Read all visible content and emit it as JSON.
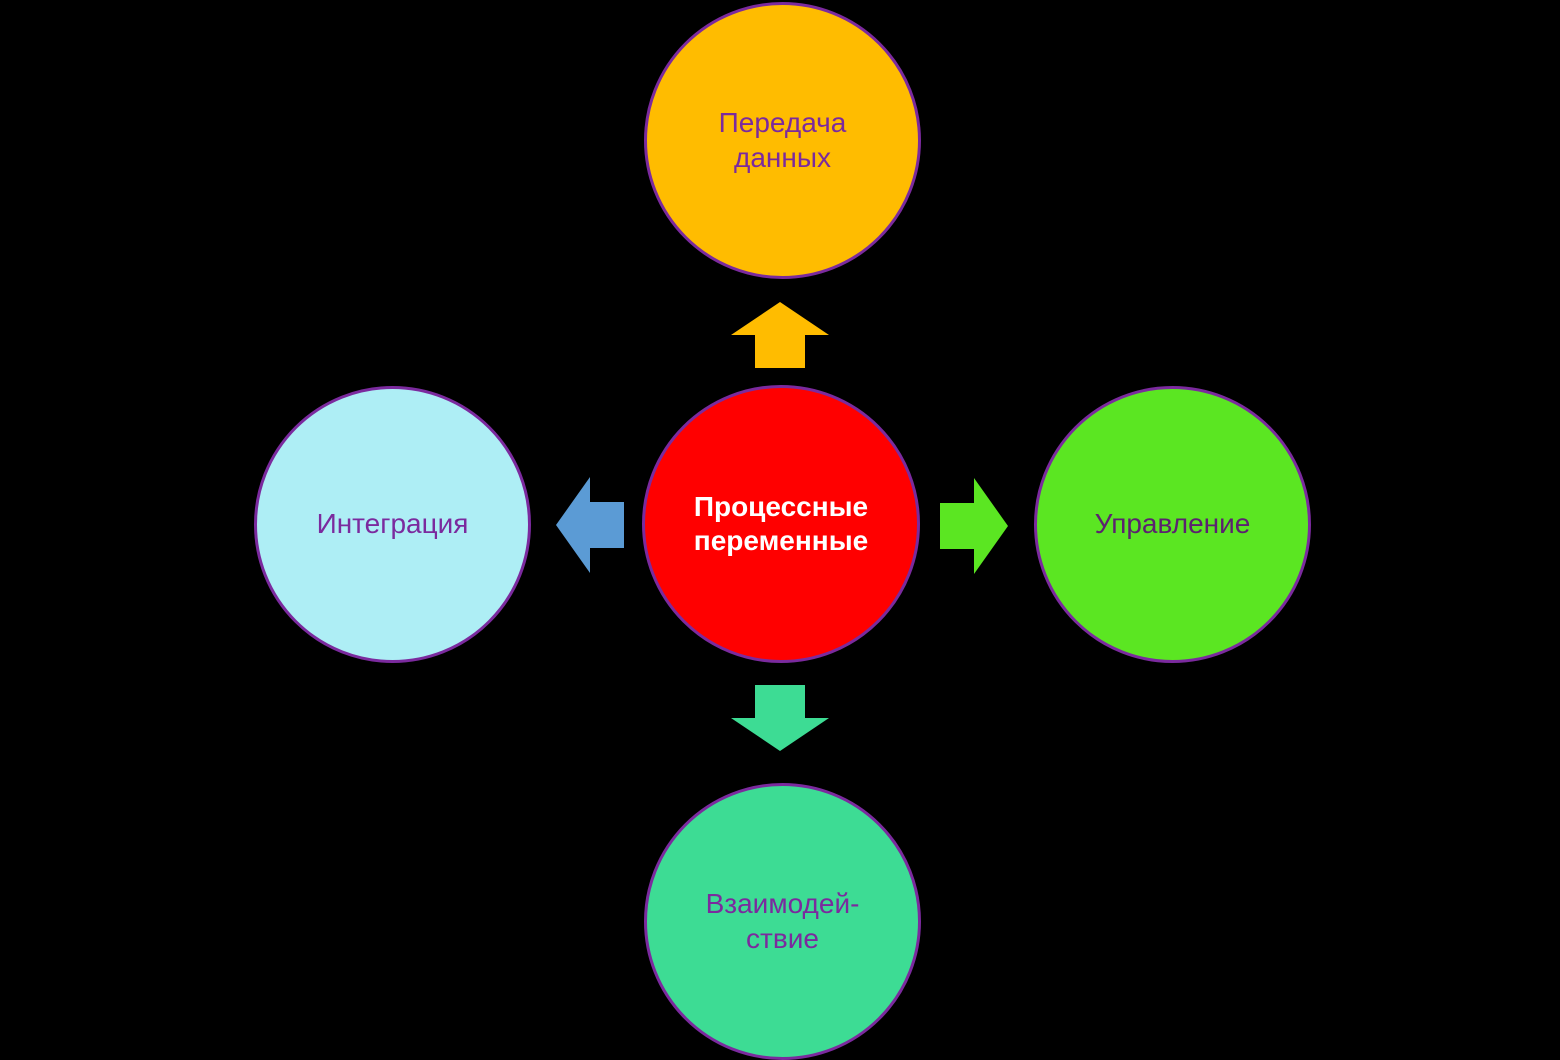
{
  "diagram": {
    "type": "radial-hub-and-spoke",
    "background_color": "#000000",
    "title": "Процессные переменные",
    "node_border_color": "#7B2A9E",
    "center": {
      "id": "process-variables",
      "label": "Процессные\nпеременные",
      "fill_color": "#FF0000",
      "text_color": "#FFFFFF",
      "bold": true
    },
    "spokes": [
      {
        "id": "data-transfer",
        "position": "top",
        "label": "Передача\nданных",
        "fill_color": "#FFBC00",
        "text_color": "#7B2A9E",
        "arrow": {
          "id": "arrow-up",
          "direction": "up",
          "color": "#FFBC00",
          "from": "process-variables",
          "to": "data-transfer"
        }
      },
      {
        "id": "control",
        "position": "right",
        "label": "Управление",
        "fill_color": "#5BE622",
        "text_color": "#5C2270",
        "arrow": {
          "id": "arrow-right",
          "direction": "right",
          "color": "#5BE622",
          "from": "process-variables",
          "to": "control"
        }
      },
      {
        "id": "interaction",
        "position": "bottom",
        "label": "Взаимодей-\nствие",
        "fill_color": "#3DDC94",
        "text_color": "#7B2A9E",
        "arrow": {
          "id": "arrow-down",
          "direction": "down",
          "color": "#3DDC94",
          "from": "process-variables",
          "to": "interaction"
        }
      },
      {
        "id": "integration",
        "position": "left",
        "label": "Интеграция",
        "fill_color": "#AEEEF5",
        "text_color": "#7B2A9E",
        "arrow": {
          "id": "arrow-left",
          "direction": "left",
          "color": "#5B9BD5",
          "from": "process-variables",
          "to": "integration"
        }
      }
    ]
  }
}
